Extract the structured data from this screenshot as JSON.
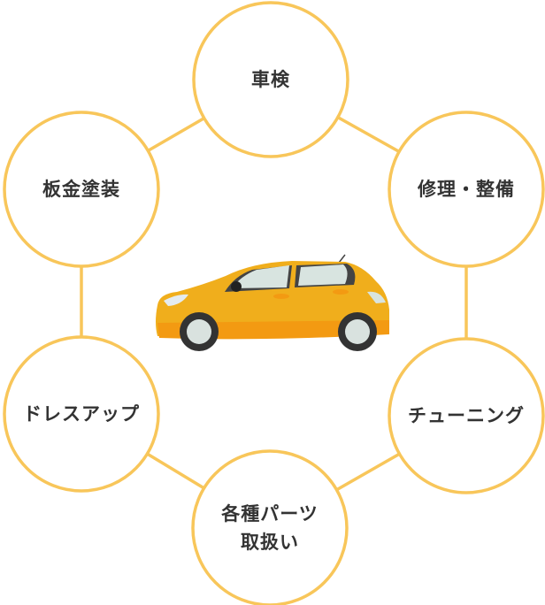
{
  "colors": {
    "ring": "#f8c65a",
    "text": "#333333",
    "car": "#f0a81a"
  },
  "nodes": [
    {
      "label": "車検"
    },
    {
      "label": "修理・整備"
    },
    {
      "label": "チューニング"
    },
    {
      "label": "各種パーツ\n取扱い",
      "line1": "各種パーツ",
      "line2": "取扱い"
    },
    {
      "label": "ドレスアップ"
    },
    {
      "label": "板金塗装"
    }
  ],
  "center_image": {
    "icon": "car-icon"
  }
}
